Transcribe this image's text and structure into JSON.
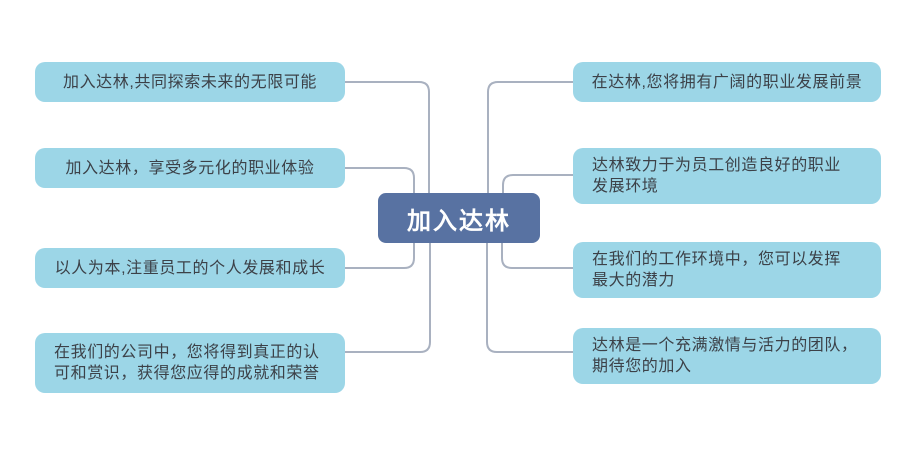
{
  "colors": {
    "canvas_bg": "#ffffff",
    "branch_bg": "#9CD6E7",
    "branch_text": "#3C4148",
    "connector": "#A9B1C0",
    "center_bg": "#5872A2",
    "center_text": "#ffffff"
  },
  "center_node": {
    "label": "加入达林"
  },
  "left_nodes": [
    {
      "text": "加入达林,共同探索未来的无限可能"
    },
    {
      "text": "加入达林，享受多元化的职业体验"
    },
    {
      "text": "以人为本,注重员工的个人发展和成长"
    },
    {
      "text": "在我们的公司中，您将得到真正的认\n可和赏识，获得您应得的成就和荣誉"
    }
  ],
  "right_nodes": [
    {
      "text": "在达林,您将拥有广阔的职业发展前景"
    },
    {
      "text": "达林致力于为员工创造良好的职业\n发展环境"
    },
    {
      "text": "在我们的工作环境中，您可以发挥\n最大的潜力"
    },
    {
      "text": "达林是一个充满激情与活力的团队，\n期待您的加入"
    }
  ]
}
